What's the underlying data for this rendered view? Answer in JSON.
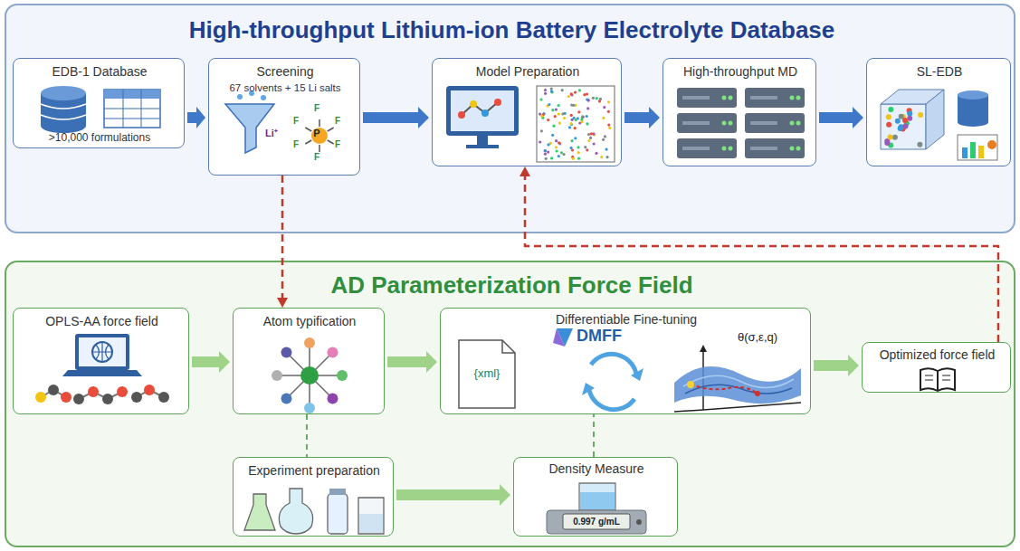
{
  "diagram": {
    "nodes": [
      {
        "text": [
          "High-throughput Lithium-ion Battery Electrolyte Database"
        ]
      },
      {
        "text": [
          "EDB-1 Database",
          ">10,000 formulations"
        ],
        "in": 0
      },
      {
        "text": [
          "Screening",
          "67 solvents + 15 Li salts"
        ],
        "in": 0
      },
      {
        "text": [
          "Model Preparation"
        ],
        "in": 0
      },
      {
        "text": [
          "High-throughput MD"
        ],
        "in": 0
      },
      {
        "text": [
          "SL-EDB"
        ],
        "in": 0
      },
      {
        "text": [
          "AD Parameterization Force Field"
        ]
      },
      {
        "text": [
          "OPLS-AA force field"
        ],
        "in": 6
      },
      {
        "text": [
          "Atom typification"
        ],
        "in": 6
      },
      {
        "text": [
          "Differentiable Fine-tuning",
          "DMFF",
          "{xml}",
          "θ(σ,ε,q)"
        ],
        "in": 6
      },
      {
        "text": [
          "Optimized force field"
        ],
        "in": 6
      },
      {
        "text": [
          "Experiment preparation"
        ],
        "in": 6
      },
      {
        "text": [
          "Density Measure",
          "0.997 g/mL"
        ],
        "in": 6
      }
    ],
    "edges": [
      {
        "from": 1,
        "to": 2,
        "arrow": "to"
      },
      {
        "from": 2,
        "to": 3,
        "arrow": "to"
      },
      {
        "from": 3,
        "to": 4,
        "arrow": "to"
      },
      {
        "from": 4,
        "to": 5,
        "arrow": "to"
      },
      {
        "from": 7,
        "to": 8,
        "arrow": "to"
      },
      {
        "from": 8,
        "to": 9,
        "arrow": "to"
      },
      {
        "from": 9,
        "to": 10,
        "arrow": "to"
      },
      {
        "from": 2,
        "to": 8,
        "arrow": "to"
      },
      {
        "from": 10,
        "to": 3,
        "arrow": "to"
      },
      {
        "from": 11,
        "to": 12,
        "arrow": "to"
      },
      {
        "from": 8,
        "to": 11,
        "arrow": "none"
      },
      {
        "from": 12,
        "to": 9,
        "arrow": "none"
      }
    ],
    "labels": [
      "Li⁺",
      "P",
      "F",
      "F",
      "F",
      "F",
      "F",
      "F"
    ]
  }
}
